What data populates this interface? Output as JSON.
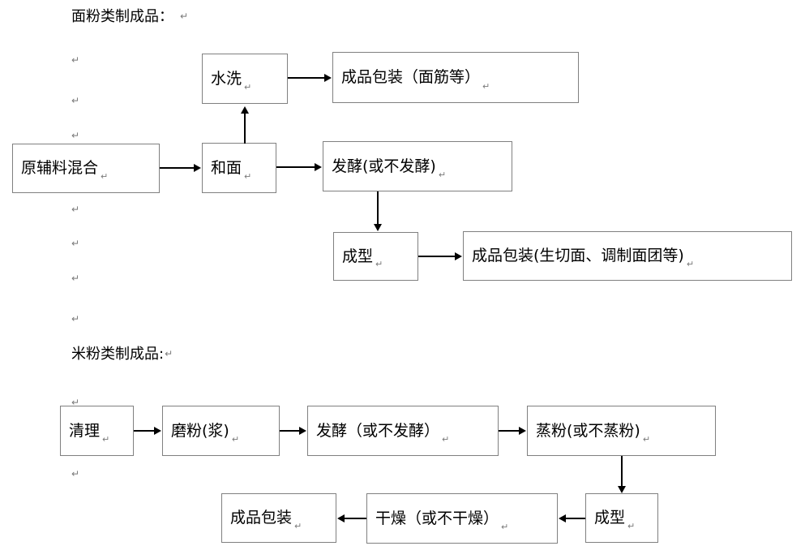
{
  "document": {
    "type": "process-flow-diagram",
    "background_color": "#ffffff",
    "box_border_color": "#808080",
    "line_color": "#000000",
    "pilcrow_color": "#7a7a7a",
    "pilcrow_glyph": "↵"
  },
  "sections": [
    {
      "id": "flour-products",
      "heading": "面粉类制成品：",
      "nodes": [
        {
          "id": "raw-material-mixing",
          "label": "原辅料混合"
        },
        {
          "id": "dough-mixing",
          "label": "和面"
        },
        {
          "id": "water-washing",
          "label": "水洗"
        },
        {
          "id": "packaging-gluten",
          "label": "成品包装（面筋等）"
        },
        {
          "id": "fermentation",
          "label": "发酵(或不发酵)"
        },
        {
          "id": "forming",
          "label": "成型"
        },
        {
          "id": "packaging-noodles",
          "label": "成品包装(生切面、调制面团等)"
        }
      ]
    },
    {
      "id": "rice-flour-products",
      "heading": "米粉类制成品:",
      "nodes": [
        {
          "id": "cleaning",
          "label": "清理"
        },
        {
          "id": "milling",
          "label": "磨粉(浆)"
        },
        {
          "id": "fermentation-2",
          "label": "发酵（或不发酵）"
        },
        {
          "id": "steaming",
          "label": "蒸粉(或不蒸粉)"
        },
        {
          "id": "forming-2",
          "label": "成型"
        },
        {
          "id": "drying",
          "label": "干燥（或不干燥）"
        },
        {
          "id": "packaging-2",
          "label": "成品包装"
        }
      ]
    }
  ],
  "paragraph_marks": {
    "glyph": "↵",
    "count": 9
  }
}
